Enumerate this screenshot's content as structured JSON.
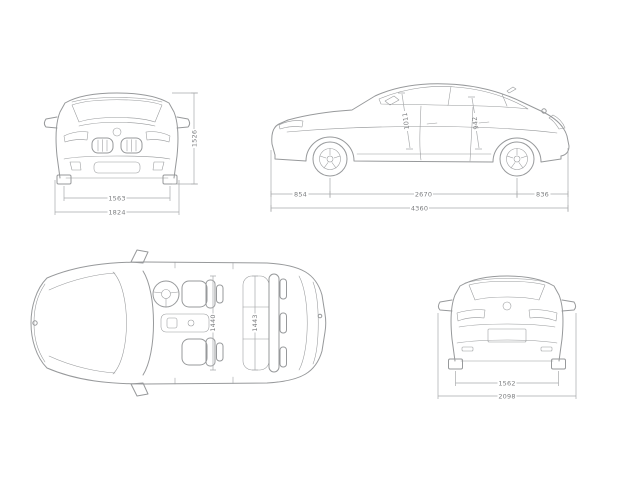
{
  "page": {
    "background": "#ffffff",
    "line_color": "#97999b",
    "dimension_line_color": "#a8aaac",
    "label_color": "#7c7e80"
  },
  "views": {
    "front": {
      "label": "front-view",
      "dims": {
        "track_width": "1563",
        "overall_width": "1824",
        "height": "1526"
      }
    },
    "side": {
      "label": "side-view",
      "dims": {
        "front_overhang": "854",
        "wheelbase": "2670",
        "rear_overhang": "836",
        "overall_length": "4360",
        "headroom_front": "1011",
        "headroom_rear": "942"
      }
    },
    "top": {
      "label": "top-view",
      "dims": {
        "interior_width_front": "1440",
        "interior_width_rear": "1443"
      }
    },
    "rear": {
      "label": "rear-view",
      "dims": {
        "track_width": "1562",
        "width_incl_mirrors": "2098"
      }
    }
  }
}
